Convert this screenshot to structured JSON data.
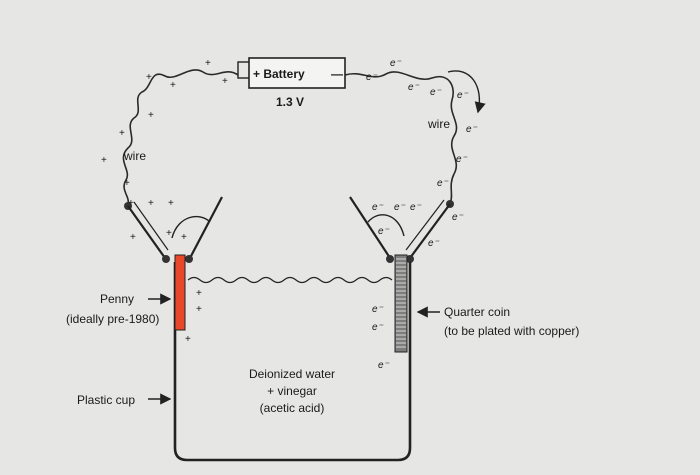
{
  "battery": {
    "label": "+ Battery",
    "minus": "—",
    "voltage": "1.3 V"
  },
  "labels": {
    "wire_left": "wire",
    "wire_right": "wire",
    "penny_line1": "Penny",
    "penny_line2": "(ideally pre-1980)",
    "quarter_line1": "Quarter coin",
    "quarter_line2": "(to be plated with copper)",
    "plastic_cup": "Plastic cup",
    "solution_line1": "Deionized water",
    "solution_line2": "+ vinegar",
    "solution_line3": "(acetic acid)"
  },
  "symbols": {
    "positive": "+",
    "electron": "e⁻"
  },
  "colors": {
    "penny": "#e8472a",
    "quarter": "#7d7d7d",
    "background": "#e6e6e4",
    "ink": "#222222"
  }
}
